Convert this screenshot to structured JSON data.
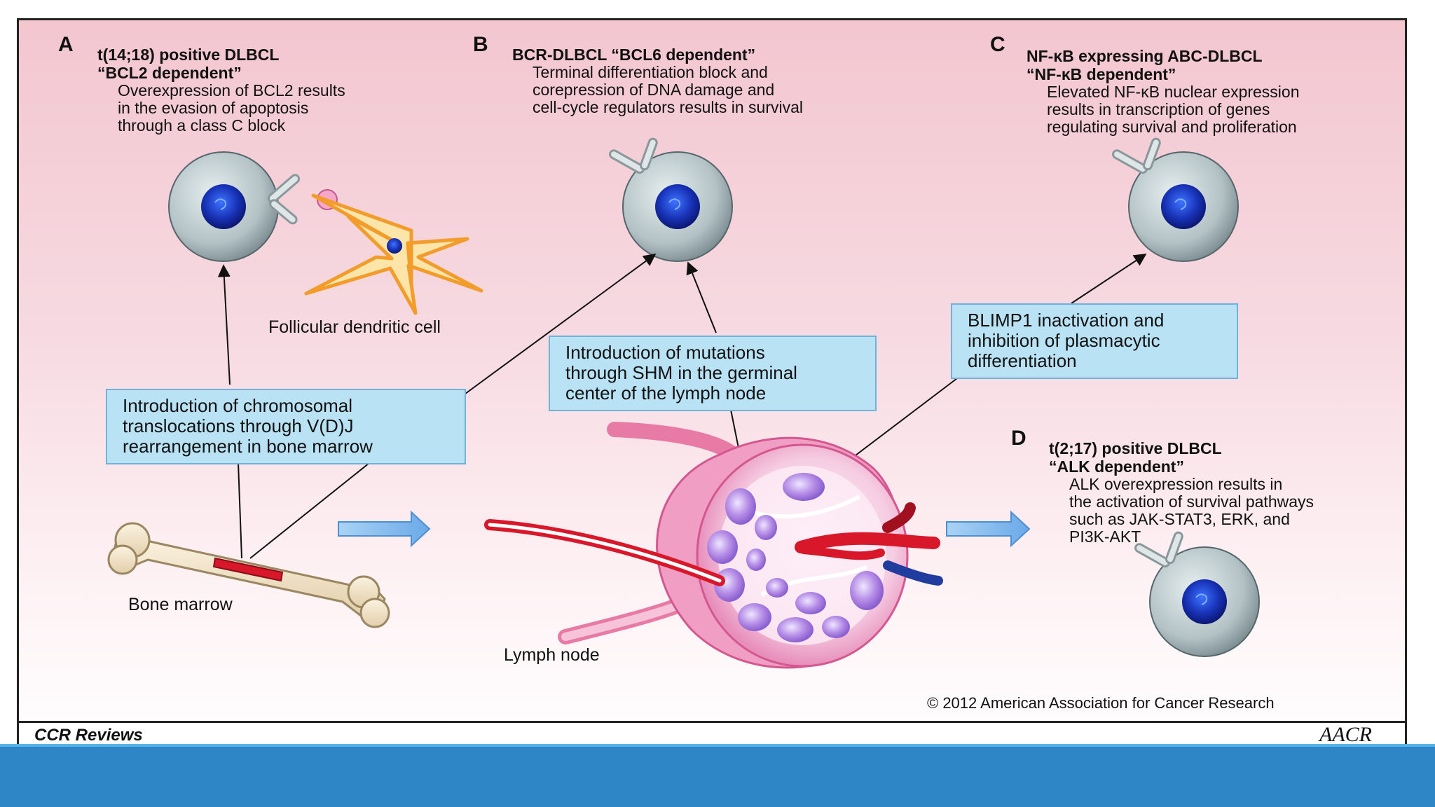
{
  "panels": {
    "a": {
      "letter": "A",
      "title_1": "t(14;18) positive DLBCL",
      "title_2": "“BCL2 dependent”",
      "desc_1": "Overexpression of BCL2 results",
      "desc_2": "in the evasion of apoptosis",
      "desc_3": "through a class C block"
    },
    "b": {
      "letter": "B",
      "title_1": "BCR-DLBCL “BCL6 dependent”",
      "desc_1": "Terminal differentiation block and",
      "desc_2": "corepression of DNA damage and",
      "desc_3": "cell-cycle regulators results in survival"
    },
    "c": {
      "letter": "C",
      "title_1": "NF-κB expressing ABC-DLBCL",
      "title_2": "“NF-κB dependent”",
      "desc_1": "Elevated NF-κB nuclear expression",
      "desc_2": "results in transcription of genes",
      "desc_3": "regulating survival and proliferation"
    },
    "d": {
      "letter": "D",
      "title_1": "t(2;17) positive DLBCL",
      "title_2": "“ALK dependent”",
      "desc_1": "ALK overexpression results in",
      "desc_2": "the activation of survival pathways",
      "desc_3": "such as JAK-STAT3, ERK, and",
      "desc_4": "PI3K-AKT"
    }
  },
  "labels": {
    "fdc": "Follicular dendritic cell",
    "bone_marrow": "Bone marrow",
    "lymph_node": "Lymph node"
  },
  "callouts": {
    "vdj": [
      "Introduction of chromosomal",
      "translocations through V(D)J",
      "rearrangement in bone marrow"
    ],
    "shm": [
      "Introduction of mutations",
      "through SHM in the germinal",
      "center of the lymph node"
    ],
    "blimp": [
      "BLIMP1 inactivation and",
      "inhibition of plasmacytic",
      "differentiation"
    ]
  },
  "footer": {
    "copyright": "© 2012 American Association for Cancer Research",
    "journal": "CCR Reviews",
    "logo": "AACR"
  },
  "colors": {
    "callout_fill": "#b9e2f5",
    "slide_bar": "#2e86c6",
    "arrow_blue": "#8ec3ef",
    "vessel_red": "#d8182a",
    "germinal_purple": "#b28be6"
  }
}
